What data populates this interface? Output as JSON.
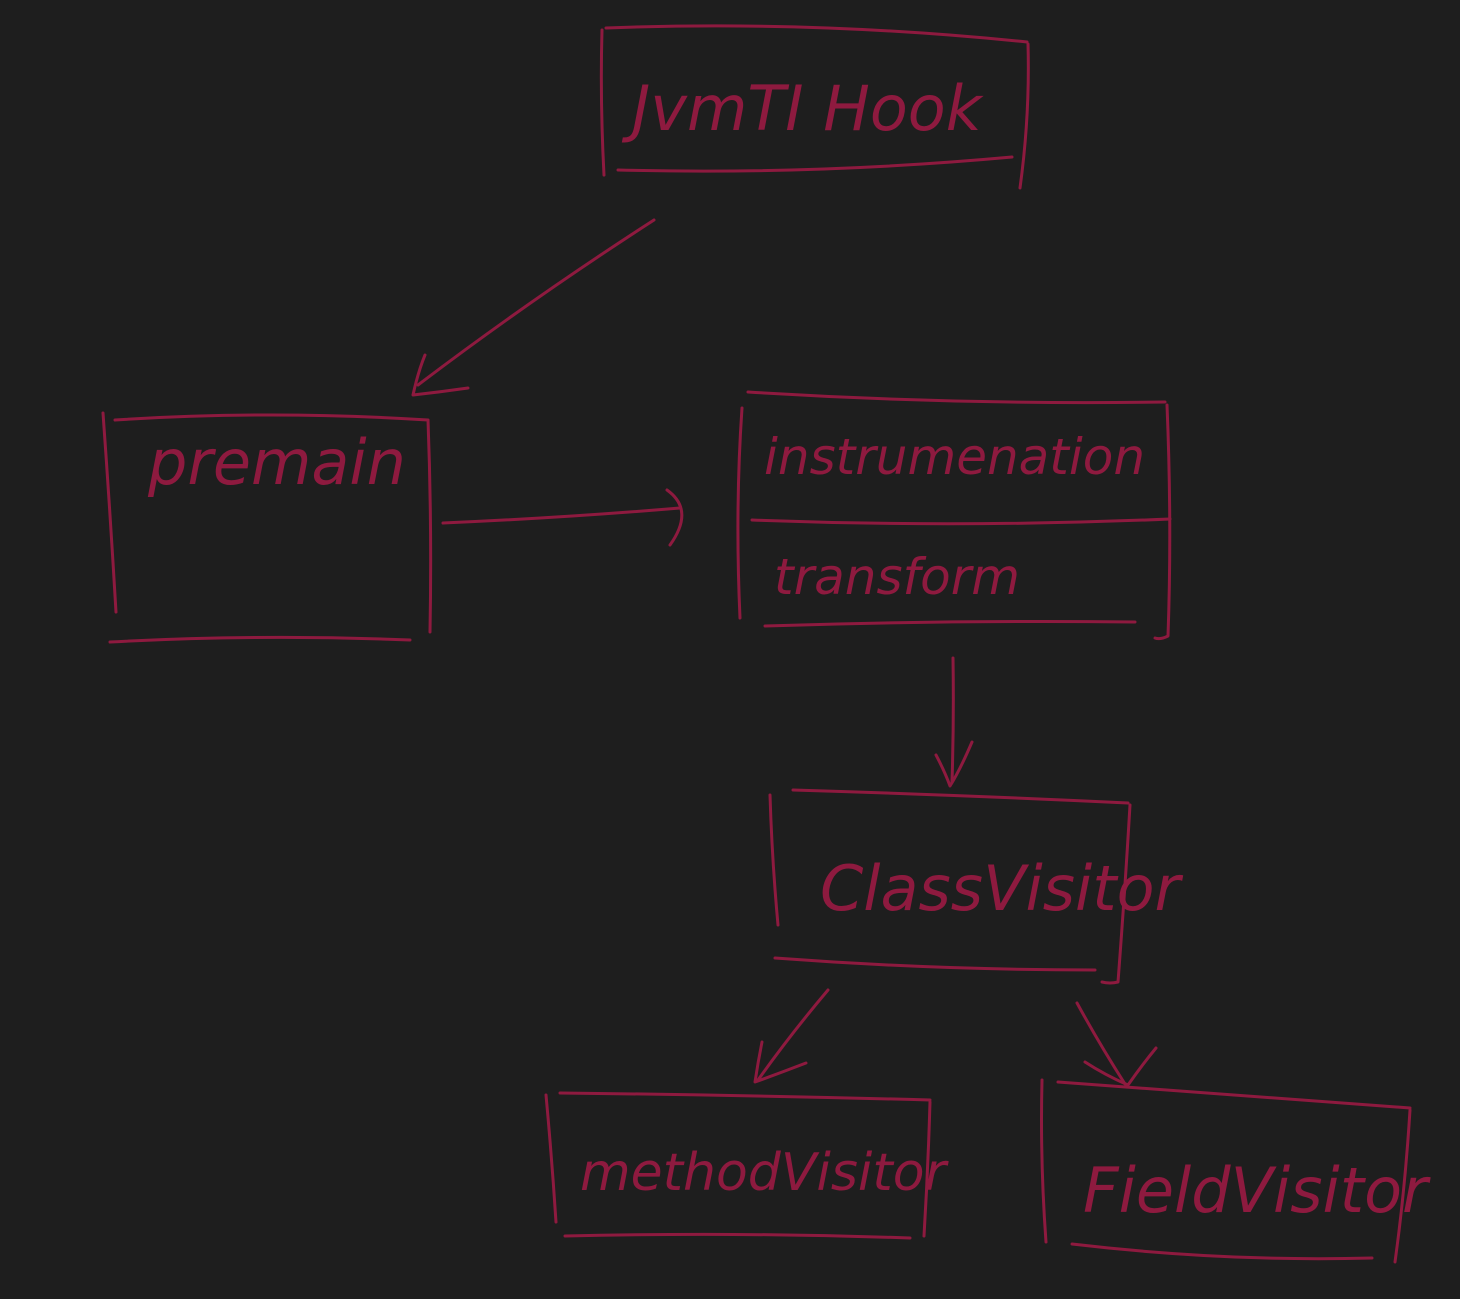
{
  "colors": {
    "background": "#1e1e1e",
    "ink": "#8e1a3f"
  },
  "nodes": {
    "jvmti_hook": {
      "label": "JvmTI Hook"
    },
    "premain": {
      "label": "premain"
    },
    "instrumentation": {
      "label": "instrumenation",
      "section_label": "transform"
    },
    "class_visitor": {
      "label": "ClassVisitor"
    },
    "method_visitor": {
      "label": "methodVisitor"
    },
    "field_visitor": {
      "label": "FieldVisitor"
    }
  }
}
